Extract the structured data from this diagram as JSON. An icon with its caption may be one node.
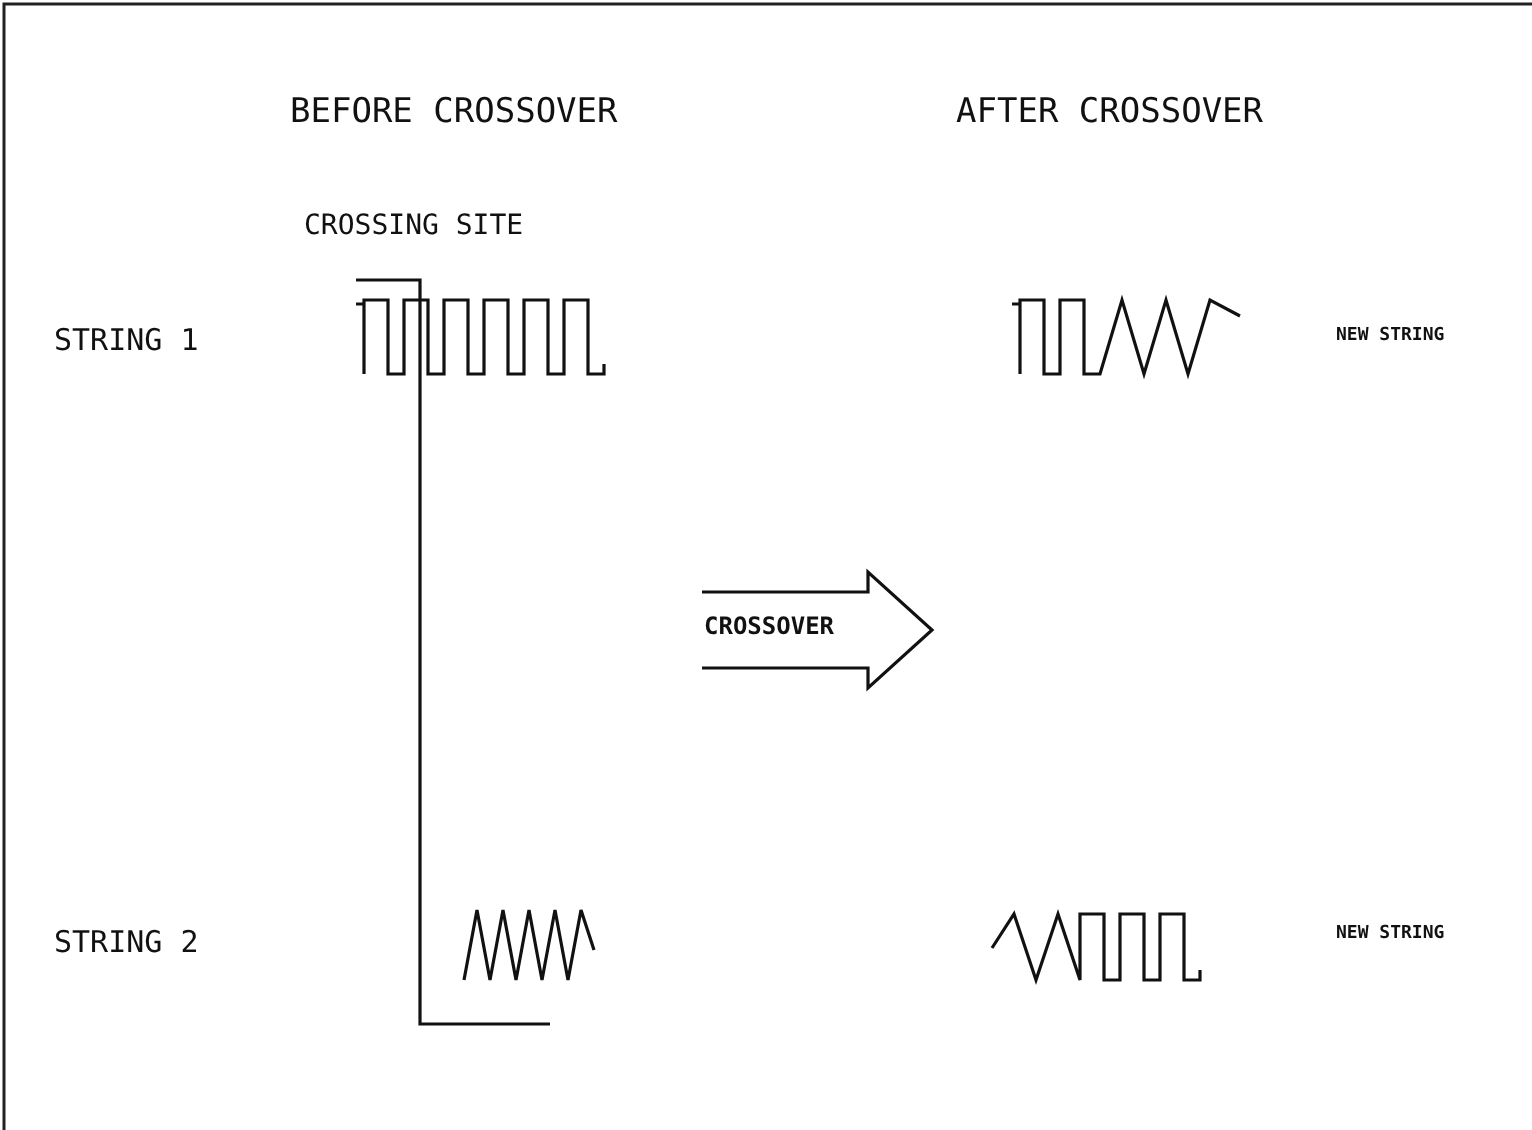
{
  "diagram": {
    "nodes": [
      {
        "text": [
          "CROSSOVER"
        ]
      }
    ],
    "labels": [
      "BEFORE CROSSOVER",
      "AFTER CROSSOVER",
      "CROSSING SITE",
      "STRING 1",
      "NEW STRING",
      "STRING 2",
      "NEW STRING"
    ]
  }
}
